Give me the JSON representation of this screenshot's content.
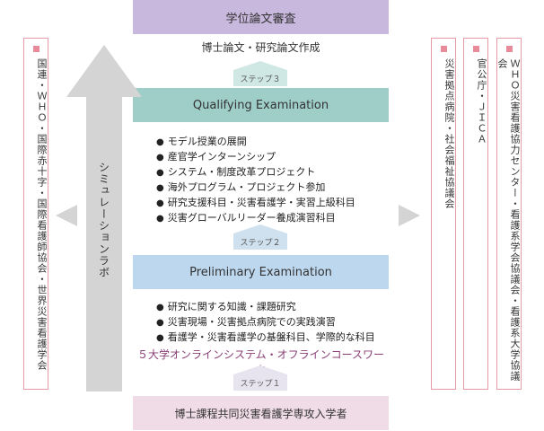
{
  "top_banner": "学位論文審査",
  "thesis_line": "博士論文・研究論文作成",
  "steps": {
    "step3": "ステップ３",
    "step2": "ステップ２",
    "step1": "ステップ１"
  },
  "qualifying_exam": "Qualifying Examination",
  "qualifying_items": [
    "モデル授業の展開",
    "産官学インターンシップ",
    "システム・制度改革プロジェクト",
    "海外プログラム・プロジェクト参加",
    "研究支援科目・災害看護学・実習上級科目",
    "災害グローバルリーダー養成演習科目"
  ],
  "preliminary_exam": "Preliminary Examination",
  "preliminary_items": [
    "研究に関する知識・課題研究",
    "災害現場・災害拠点病院での実践演習",
    "看護学・災害看護学の基盤科目、学際的な科目"
  ],
  "online_line": "５大学オンラインシステム・オフラインコースワーク",
  "bottom_banner": "博士課程共同災害看護学専攻入学者",
  "simulation_lab": "シミュレーションラボ",
  "left_box": "国連・ＷＨＯ・国際赤十字・国際看護師協会・世界災害看護学会",
  "right_boxes": [
    "災害拠点病院・社会福祉協議会",
    "官公庁・ＪＩＣＡ",
    "ＷＨＯ災害看護協力センター・看護系学会協議会・看護系大学協議会"
  ],
  "colors": {
    "top_banner": "#c8b8dd",
    "qualifying": "#9fcdc8",
    "preliminary": "#bcd7ee",
    "bottom_banner": "#f0dce6",
    "side_border": "#e89aa6",
    "online_text": "#8a3f76"
  }
}
